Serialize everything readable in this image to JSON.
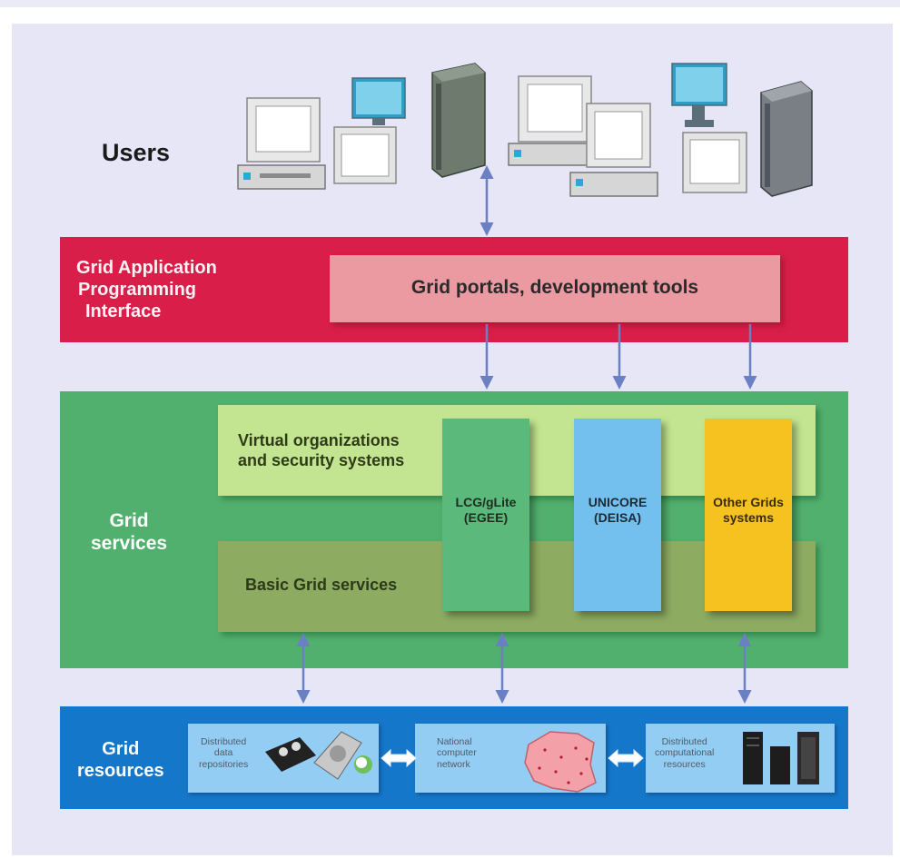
{
  "users": {
    "label": "Users"
  },
  "api_layer": {
    "label_lines": [
      "Grid Application",
      "Programming",
      "Interface"
    ],
    "portals_label": "Grid portals, development tools"
  },
  "services_layer": {
    "label_lines": [
      "Grid",
      "services"
    ],
    "vo_lines": [
      "Virtual organizations",
      "and security systems"
    ],
    "basic_label": "Basic Grid services",
    "columns": [
      {
        "lines": [
          "LCG/gLite",
          "(EGEE)"
        ],
        "color": "#5cb97c"
      },
      {
        "lines": [
          "UNICORE",
          "(DEISA)"
        ],
        "color": "#73c0ee"
      },
      {
        "lines": [
          "Other Grids",
          "systems"
        ],
        "color": "#f6c21f"
      }
    ]
  },
  "resources_layer": {
    "label_lines": [
      "Grid",
      "resources"
    ],
    "boxes": [
      {
        "lines": [
          "Distributed",
          "data",
          "repositories"
        ],
        "icon": "storage-media-icon"
      },
      {
        "lines": [
          "National",
          "computer",
          "network"
        ],
        "icon": "poland-map-icon"
      },
      {
        "lines": [
          "Distributed",
          "computational",
          "resources"
        ],
        "icon": "server-racks-icon"
      }
    ]
  },
  "colors": {
    "api": "#d81e49",
    "services": "#52b06e",
    "resources": "#1577c9",
    "arrows": "#6a80c2"
  }
}
